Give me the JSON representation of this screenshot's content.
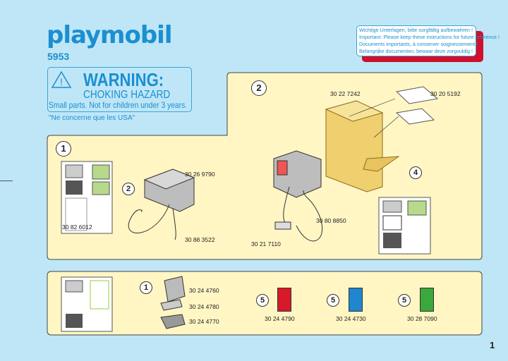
{
  "header": {
    "logo": "playmobil",
    "set_number": "5953"
  },
  "warning": {
    "title": "WARNING:",
    "subtitle": "CHOKING HAZARD",
    "body": "Small parts. Not for children under 3 years.",
    "note": "\"Ne concerne que les USA\""
  },
  "notice": [
    "Wichtige Unterlagen, bitte sorgfältig aufbewahren !",
    "Important: Please keep these instructions for future reference !",
    "Documents importants, à conserver soigneusement !",
    "Belangrijke documenten, bewaar deze zorgvuldig !"
  ],
  "step1": {
    "number": "1",
    "callout": "2",
    "parts": [
      "30 26 9790",
      "30 82 6012",
      "30 88 3522"
    ]
  },
  "step2": {
    "number": "2",
    "callout": "4",
    "parts": [
      "30 22 7242",
      "30 20 5192",
      "30 80 8850",
      "30 21 7110"
    ]
  },
  "bottom": {
    "callout1": "1",
    "parts": [
      "30 24 4760",
      "30 24 4780",
      "30 24 4770"
    ],
    "binders": [
      {
        "callout": "5",
        "part": "30 24 4790",
        "color": "#d7192a"
      },
      {
        "callout": "5",
        "part": "30 24 4730",
        "color": "#1f86cf"
      },
      {
        "callout": "5",
        "part": "30 28 7090",
        "color": "#3aa83a"
      }
    ]
  },
  "page_number": "1"
}
